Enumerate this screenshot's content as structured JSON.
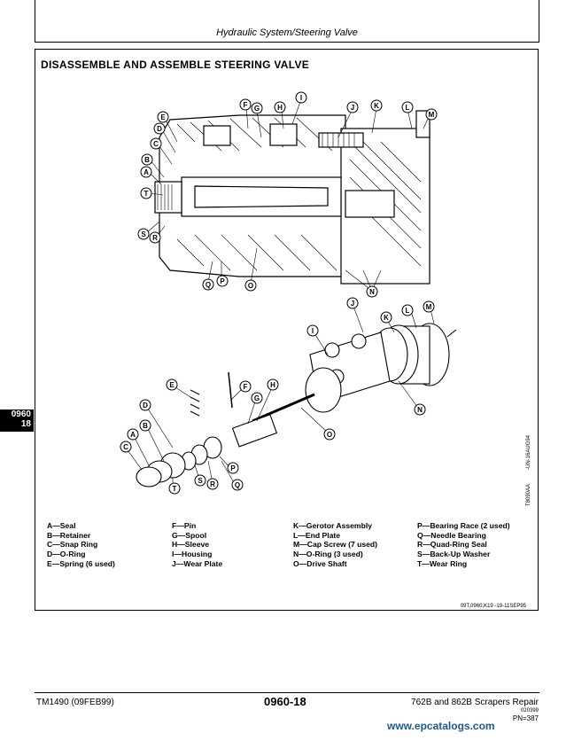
{
  "header": {
    "title": "Hydraulic System/Steering Valve"
  },
  "section": {
    "title": "DISASSEMBLE AND ASSEMBLE STEERING VALVE"
  },
  "side_tab": {
    "line1": "0960",
    "line2": "18"
  },
  "callouts": [
    "A",
    "B",
    "C",
    "D",
    "E",
    "F",
    "G",
    "H",
    "I",
    "J",
    "K",
    "L",
    "M",
    "N",
    "O",
    "P",
    "Q",
    "R",
    "S",
    "T"
  ],
  "legend": {
    "col1": [
      "A—Seal",
      "B—Retainer",
      "C—Snap Ring",
      "D—O-Ring",
      "E—Spring (6 used)"
    ],
    "col2": [
      "F—Pin",
      "G—Spool",
      "H—Sleeve",
      "I—Housing",
      "J—Wear Plate"
    ],
    "col3": [
      "K—Gerotor Assembly",
      "L—End Plate",
      "M—Cap Screw (7 used)",
      "N—O-Ring (3 used)",
      "O—Drive Shaft"
    ],
    "col4": [
      "P—Bearing Race (2 used)",
      "Q—Needle Bearing",
      "R—Quad-Ring Seal",
      "S—Back-Up Washer",
      "T—Wear Ring"
    ]
  },
  "figure_codes": {
    "vertical1": "-UN-16AUG94",
    "vertical2": "T8090AA"
  },
  "ref_code": "09T,0960,K19  -19-11SEP95",
  "footer": {
    "left": "TM1490 (09FEB99)",
    "center": "0960-18",
    "right": "762B and 862B Scrapers Repair",
    "small": "020399",
    "pn": "PN=387"
  },
  "watermark": "www.epcatalogs.com"
}
